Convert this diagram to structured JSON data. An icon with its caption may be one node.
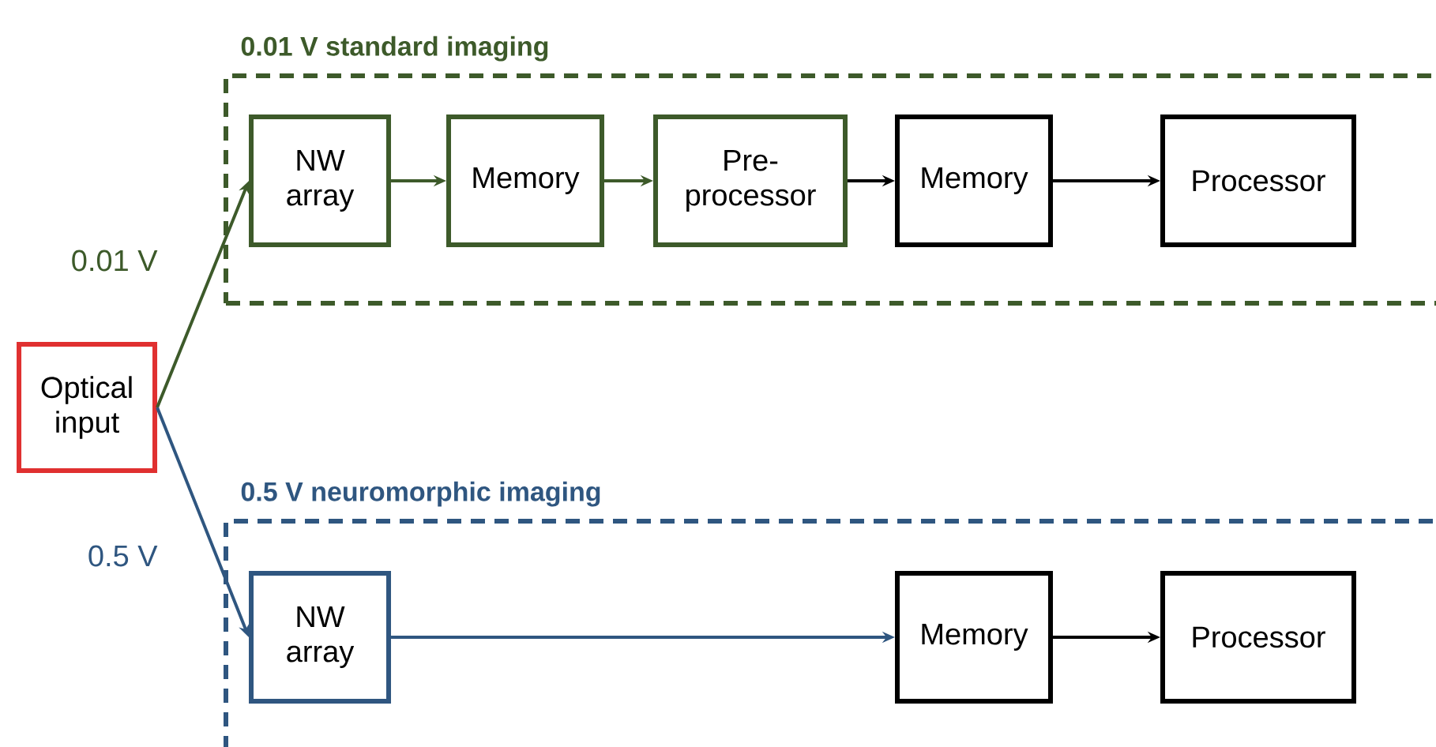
{
  "diagram": {
    "nodes": [
      {
        "text": [
          "Optical input"
        ]
      },
      {
        "text": [
          "0.01 V standard imaging"
        ]
      },
      {
        "text": [
          "NW array"
        ],
        "in": 1
      },
      {
        "text": [
          "Memory"
        ],
        "in": 1
      },
      {
        "text": [
          "Pre-processor"
        ],
        "in": 1
      },
      {
        "text": [
          "Memory"
        ],
        "in": 1
      },
      {
        "text": [
          "Processor"
        ],
        "in": 1
      },
      {
        "text": [
          "0.5 V neuromorphic imaging"
        ]
      },
      {
        "text": [
          "NW array"
        ],
        "in": 7
      },
      {
        "text": [
          "Memory"
        ],
        "in": 7
      },
      {
        "text": [
          "Processor"
        ],
        "in": 7
      }
    ],
    "edges": [
      {
        "from": 0,
        "to": 2,
        "arrow": "to",
        "label": "0.01 V",
        "color": "#3d5a2a"
      },
      {
        "from": 0,
        "to": 8,
        "arrow": "to",
        "label": "0.5 V",
        "color": "#2f5680"
      },
      {
        "from": 2,
        "to": 3,
        "arrow": "to",
        "color": "#3d5a2a"
      },
      {
        "from": 3,
        "to": 4,
        "arrow": "to",
        "color": "#3d5a2a"
      },
      {
        "from": 4,
        "to": 5,
        "arrow": "to"
      },
      {
        "from": 5,
        "to": 6,
        "arrow": "to"
      },
      {
        "from": 8,
        "to": 9,
        "arrow": "to",
        "color": "#2f5680"
      },
      {
        "from": 9,
        "to": 10,
        "arrow": "to"
      }
    ]
  }
}
